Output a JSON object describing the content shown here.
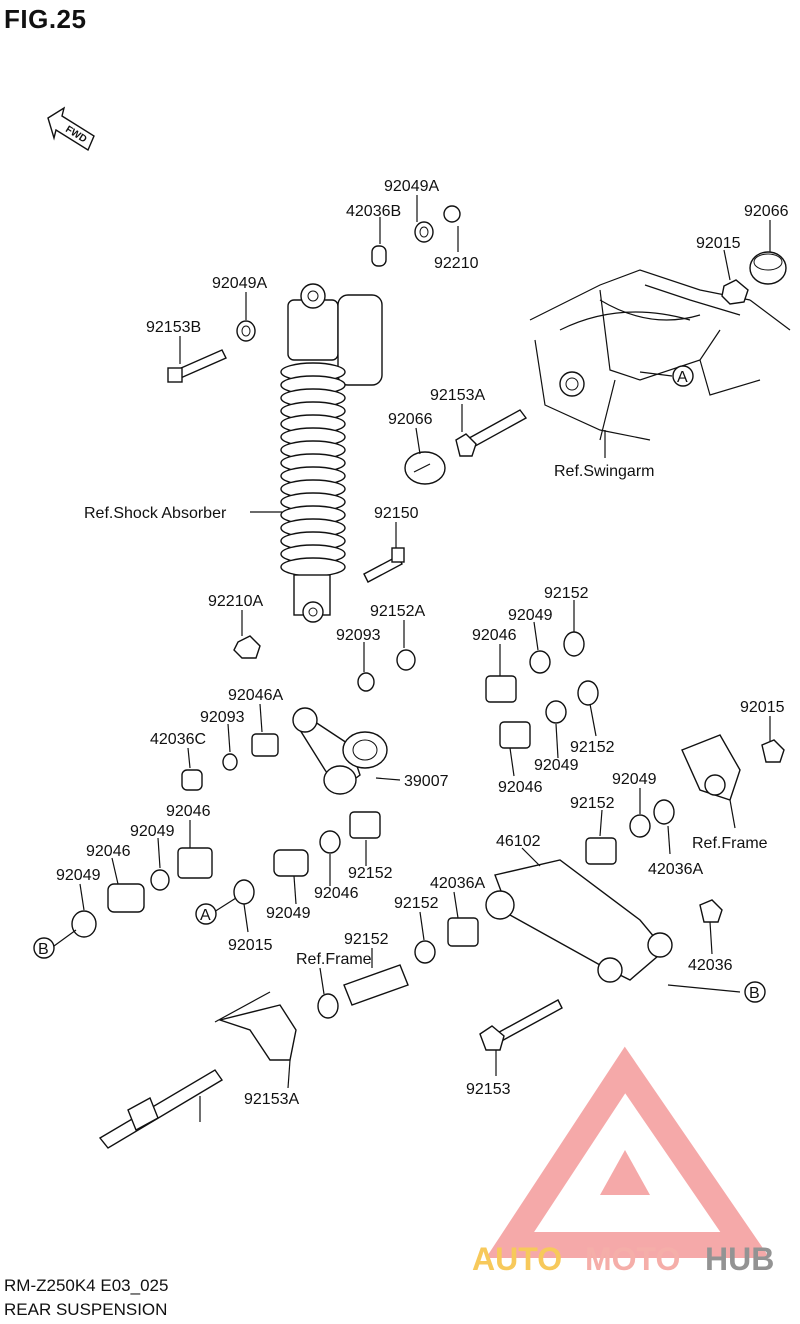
{
  "figure": {
    "title": "FIG.25",
    "model_code": "RM-Z250K4 E03_025",
    "section": "REAR SUSPENSION",
    "fwd_label": "FWD",
    "watermark": {
      "brand_auto": "AUTO",
      "brand_moto": "MOTO",
      "brand_hub": "HUB",
      "colors": {
        "triangle": "#f4a0a0",
        "auto": "#f7c44a",
        "moto": "#f4a6a0",
        "hub": "#888888"
      }
    }
  },
  "labels": [
    {
      "id": "l1",
      "text": "92049A"
    },
    {
      "id": "l2",
      "text": "42036B"
    },
    {
      "id": "l3",
      "text": "92210"
    },
    {
      "id": "l4",
      "text": "92066"
    },
    {
      "id": "l5",
      "text": "92015"
    },
    {
      "id": "l6",
      "text": "92049A"
    },
    {
      "id": "l7",
      "text": "92153B"
    },
    {
      "id": "l8",
      "text": "92153A"
    },
    {
      "id": "l9",
      "text": "92066"
    },
    {
      "id": "l10",
      "text": "Ref.Swingarm"
    },
    {
      "id": "l11",
      "text": "Ref.Shock Absorber"
    },
    {
      "id": "l12",
      "text": "92150"
    },
    {
      "id": "l13",
      "text": "92152"
    },
    {
      "id": "l14",
      "text": "92210A"
    },
    {
      "id": "l15",
      "text": "92152A"
    },
    {
      "id": "l16",
      "text": "92049"
    },
    {
      "id": "l17",
      "text": "92046"
    },
    {
      "id": "l18",
      "text": "92093"
    },
    {
      "id": "l19",
      "text": "92046A"
    },
    {
      "id": "l20",
      "text": "92093"
    },
    {
      "id": "l21",
      "text": "92015"
    },
    {
      "id": "l22",
      "text": "42036C"
    },
    {
      "id": "l23",
      "text": "92152"
    },
    {
      "id": "l24",
      "text": "92049"
    },
    {
      "id": "l25",
      "text": "39007"
    },
    {
      "id": "l26",
      "text": "92046"
    },
    {
      "id": "l27",
      "text": "92049"
    },
    {
      "id": "l28",
      "text": "92046"
    },
    {
      "id": "l29",
      "text": "Ref.Frame"
    },
    {
      "id": "l30",
      "text": "92049"
    },
    {
      "id": "l31",
      "text": "92152"
    },
    {
      "id": "l32",
      "text": "46102"
    },
    {
      "id": "l33",
      "text": "42036A"
    },
    {
      "id": "l34",
      "text": "92046"
    },
    {
      "id": "l35",
      "text": "92152"
    },
    {
      "id": "l36",
      "text": "92049"
    },
    {
      "id": "l37",
      "text": "92046"
    },
    {
      "id": "l38",
      "text": "42036A"
    },
    {
      "id": "l39",
      "text": "92049"
    },
    {
      "id": "l40",
      "text": "92152"
    },
    {
      "id": "l41",
      "text": "92015"
    },
    {
      "id": "l42",
      "text": "42036"
    },
    {
      "id": "l43",
      "text": "92152"
    },
    {
      "id": "l44",
      "text": "Ref.Frame"
    },
    {
      "id": "l45",
      "text": "92153A"
    },
    {
      "id": "l46",
      "text": "92153"
    }
  ],
  "callouts": {
    "A": "A",
    "B": "B"
  }
}
